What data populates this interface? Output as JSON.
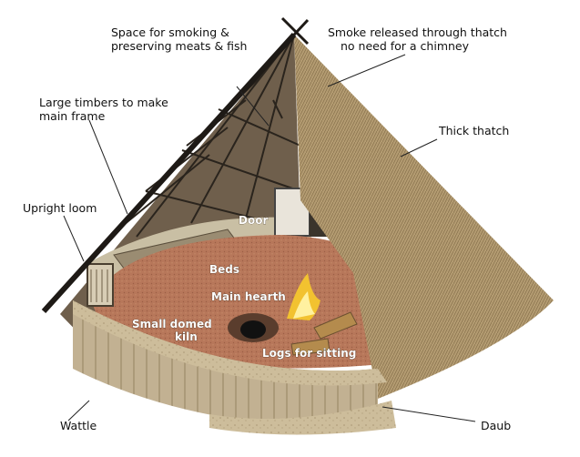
{
  "labels": {
    "smoking_line1": "Space for smoking &",
    "smoking_line2": "preserving meats & fish",
    "smoke_line1": "Smoke released through thatch",
    "smoke_line2": "no need for a chimney",
    "timbers_line1": "Large timbers to make",
    "timbers_line2": "main frame",
    "thatch": "Thick thatch",
    "loom": "Upright loom",
    "door": "Door",
    "beds": "Beds",
    "hearth": "Main hearth",
    "kiln_line1": "Small domed",
    "kiln_line2": "kiln",
    "logs": "Logs for sitting",
    "wattle": "Wattle",
    "daub": "Daub"
  },
  "colors": {
    "thatch": "#b49c72",
    "thatch_dark": "#8a744e",
    "floor": "#b7775a",
    "wall_top": "#c9b48e",
    "wall": "#bfae8d",
    "timber": "#1e1a16"
  }
}
